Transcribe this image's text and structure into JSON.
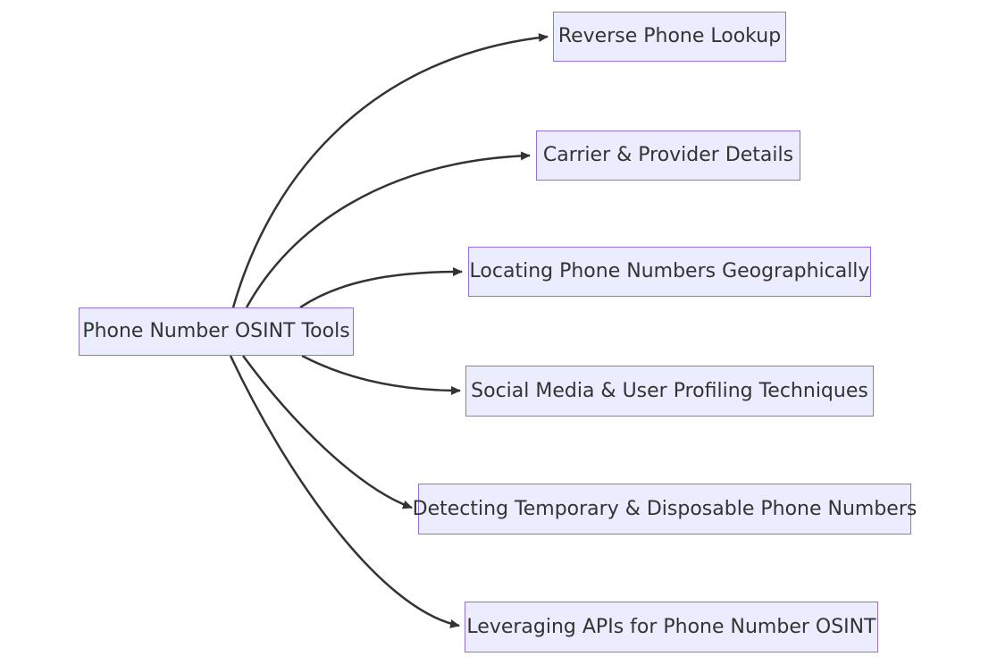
{
  "diagram": {
    "type": "flowchart-lr",
    "root": {
      "label": "Phone Number OSINT Tools"
    },
    "children": [
      {
        "label": "Reverse Phone Lookup"
      },
      {
        "label": "Carrier & Provider Details"
      },
      {
        "label": "Locating Phone Numbers Geographically"
      },
      {
        "label": "Social Media & User Profiling Techniques"
      },
      {
        "label": "Detecting Temporary & Disposable Phone Numbers"
      },
      {
        "label": "Leveraging APIs for Phone Number OSINT"
      }
    ],
    "colors": {
      "background": "#ffffff",
      "node_fill": "#ECECFF",
      "node_border": "#9370DB",
      "edge": "#333333",
      "text": "#333333"
    }
  }
}
